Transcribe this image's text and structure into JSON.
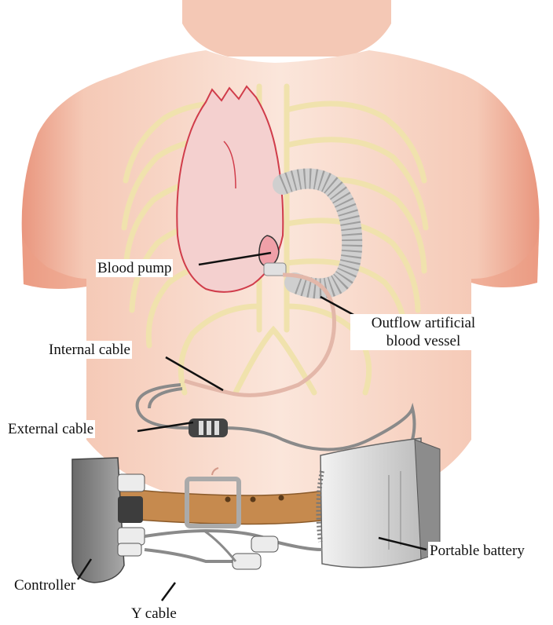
{
  "labels": {
    "blood_pump": "Blood pump",
    "outflow_line1": "Outflow artificial",
    "outflow_line2": "blood vessel",
    "internal_cable": "Internal cable",
    "external_cable": "External cable",
    "portable_battery": "Portable battery",
    "controller": "Controller",
    "y_cable": "Y cable"
  },
  "colors": {
    "skin": "#f7d8c8",
    "skin_shadow": "#ec9f86",
    "ribs": "#f3e8b8",
    "heart_outline": "#d03c4a",
    "belt": "#c68a4e",
    "device_gray": "#8c8c8c",
    "battery": "#e8e8e8",
    "cable": "#8a8a8a"
  }
}
